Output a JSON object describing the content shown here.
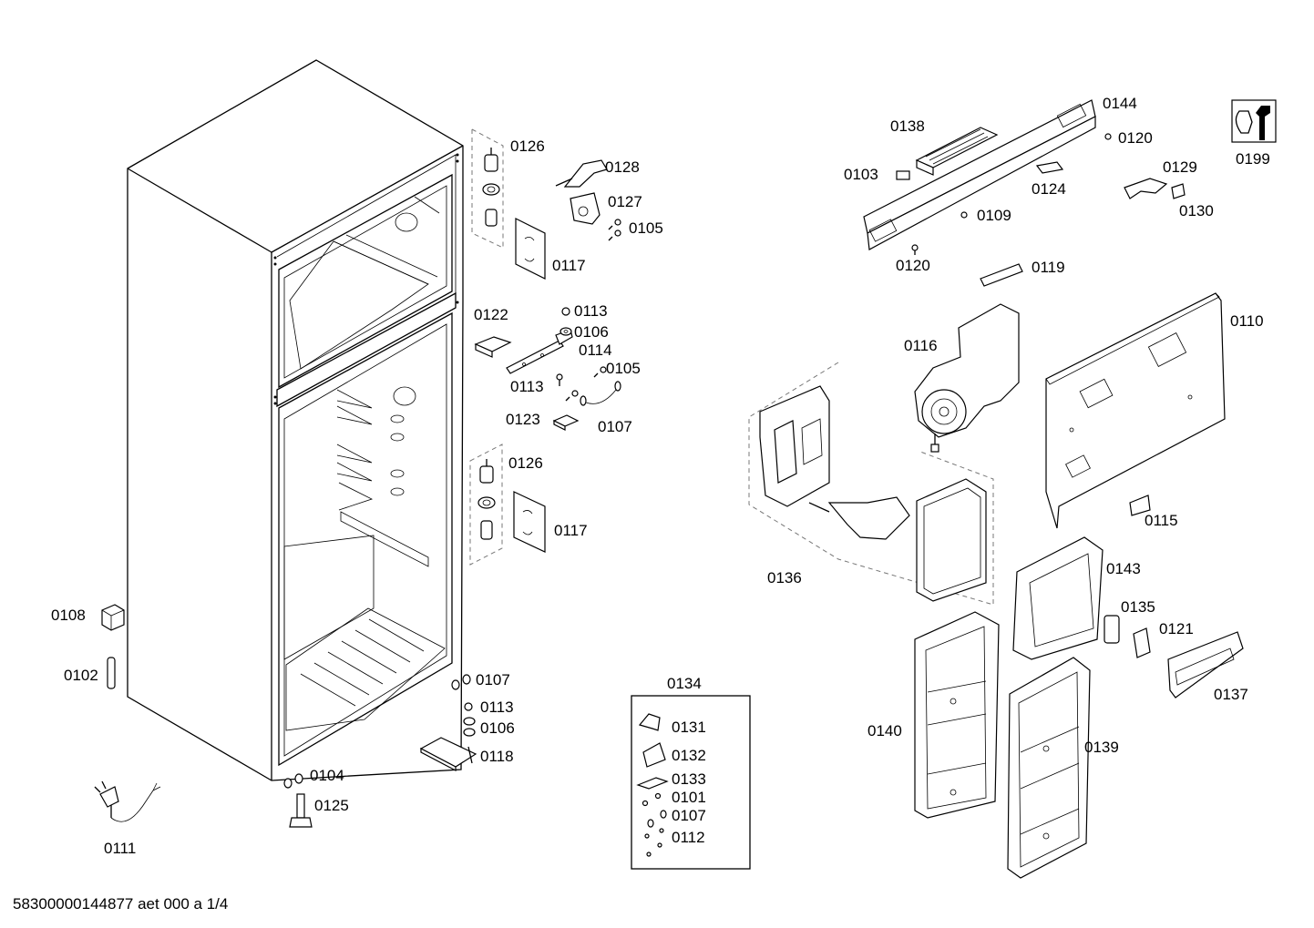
{
  "labels": {
    "p0126a": "0126",
    "p0128": "0128",
    "p0127": "0127",
    "p0105a": "0105",
    "p0117a": "0117",
    "p0122": "0122",
    "p0113a": "0113",
    "p0106a": "0106",
    "p0114": "0114",
    "p0105b": "0105",
    "p0113b": "0113",
    "p0123": "0123",
    "p0107a": "0107",
    "p0126b": "0126",
    "p0117b": "0117",
    "p0108": "0108",
    "p0102": "0102",
    "p0107b": "0107",
    "p0113c": "0113",
    "p0106b": "0106",
    "p0118": "0118",
    "p0104": "0104",
    "p0125": "0125",
    "p0111": "0111",
    "p0134": "0134",
    "p0131": "0131",
    "p0132": "0132",
    "p0133": "0133",
    "p0101": "0101",
    "p0107c": "0107",
    "p0112": "0112",
    "p0138": "0138",
    "p0144": "0144",
    "p0103": "0103",
    "p0124": "0124",
    "p0120a": "0120",
    "p0129": "0129",
    "p0130": "0130",
    "p0199": "0199",
    "p0109": "0109",
    "p0120b": "0120",
    "p0119": "0119",
    "p0116": "0116",
    "p0110": "0110",
    "p0115": "0115",
    "p0136": "0136",
    "p0143": "0143",
    "p0135": "0135",
    "p0121": "0121",
    "p0137": "0137",
    "p0140": "0140",
    "p0139": "0139"
  },
  "footer": "58300000144877 aet 000 a 1/4",
  "icons": [
    "service-wrench-icon"
  ]
}
